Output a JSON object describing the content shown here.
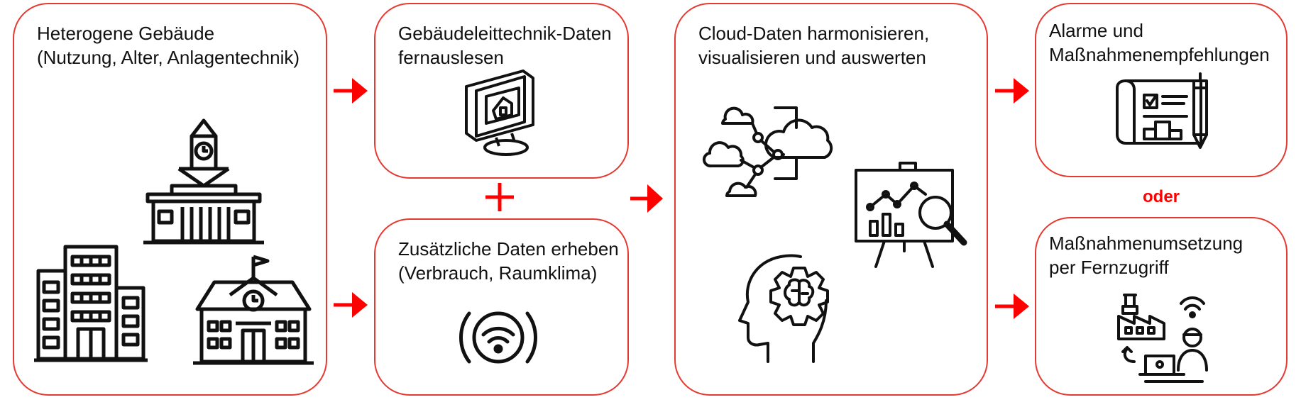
{
  "colors": {
    "accent": "#e53a32",
    "arrow": "#ff0000",
    "icon": "#111111"
  },
  "boxes": {
    "buildings": {
      "line1": "Heterogene Gebäude",
      "line2": "(Nutzung, Alter, Anlagentechnik)"
    },
    "remote_read": {
      "line1": "Gebäudeleittechnik-Daten",
      "line2": "fernauslesen"
    },
    "additional": {
      "line1": "Zusätzliche Daten erheben",
      "line2": "(Verbrauch, Raumklima)"
    },
    "cloud": {
      "line1": "Cloud-Daten harmonisieren,",
      "line2": "visualisieren und auswerten"
    },
    "alarms": {
      "line1": "Alarme und",
      "line2": "Maßnahmenempfehlungen"
    },
    "remote_action": {
      "line1": "Maßnahmenumsetzung",
      "line2": "per Fernzugriff"
    }
  },
  "connectors": {
    "plus": "+",
    "or": "oder"
  },
  "icons": [
    "town-hall-icon",
    "office-building-icon",
    "school-icon",
    "monitor-house-icon",
    "wifi-sensor-icon",
    "cloud-network-icon",
    "presentation-analytics-icon",
    "brain-gear-icon",
    "blueprint-plan-icon",
    "remote-factory-worker-icon"
  ]
}
